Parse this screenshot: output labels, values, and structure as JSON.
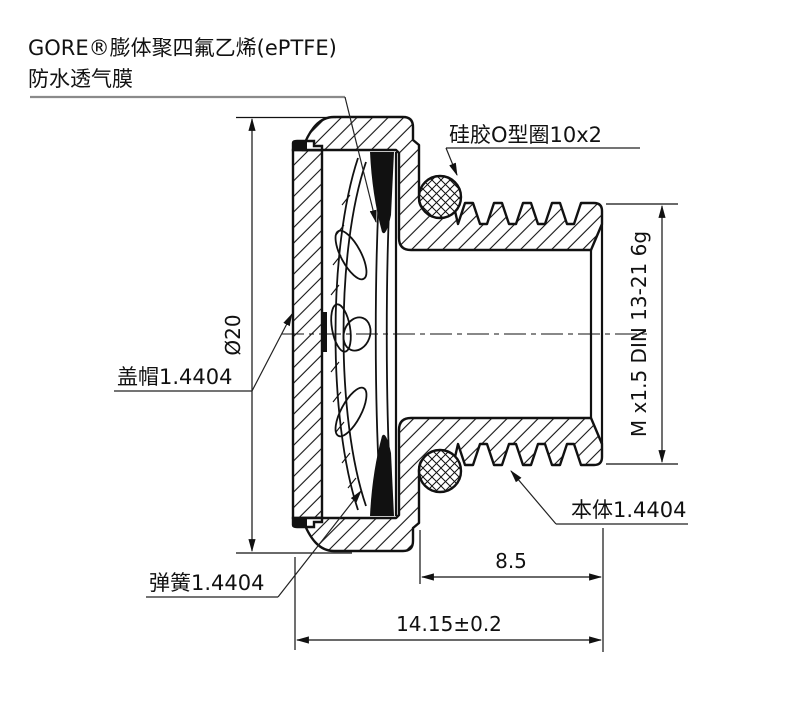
{
  "drawing": {
    "background_color": "#ffffff",
    "line_color": "#111111",
    "labels": {
      "membrane_line1": "GORE®膨体聚四氟乙烯(ePTFE)",
      "membrane_line2": "防水透气膜",
      "oring": "硅胶O型圈10x2",
      "cap": "盖帽1.4404",
      "body": "本体1.4404",
      "spring": "弹簧1.4404"
    },
    "dimensions": {
      "diameter": "Ø20",
      "thread_spec": "M x1.5 DIN 13-21 6g",
      "thread_length": "8.5",
      "overall_length": "14.15±0.2"
    }
  }
}
